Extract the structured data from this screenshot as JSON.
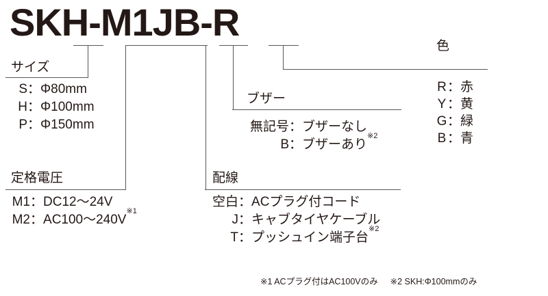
{
  "model_number": "SKH-M1JB-R",
  "sections": {
    "size": {
      "heading": "サイズ",
      "options": [
        {
          "key": "S",
          "sep": "：",
          "value": "Φ80mm"
        },
        {
          "key": "H",
          "sep": "：",
          "value": "Φ100mm"
        },
        {
          "key": "P",
          "sep": "：",
          "value": "Φ150mm"
        }
      ]
    },
    "voltage": {
      "heading": "定格電圧",
      "options": [
        {
          "key": "M1",
          "sep": "：",
          "value": "DC12～24V",
          "note": ""
        },
        {
          "key": "M2",
          "sep": "：",
          "value": "AC100～240V",
          "note": "※1"
        }
      ]
    },
    "wiring": {
      "heading": "配線",
      "options": [
        {
          "key": "空白",
          "sep": "：",
          "value": "ACプラグ付コード",
          "note": ""
        },
        {
          "key": "J",
          "sep": "：",
          "value": "キャブタイヤケーブル",
          "note": ""
        },
        {
          "key": "T",
          "sep": "：",
          "value": "プッシュイン端子台",
          "note": "※2"
        }
      ]
    },
    "buzzer": {
      "heading": "ブザー",
      "options": [
        {
          "key": "無記号",
          "sep": "：",
          "value": "ブザーなし",
          "note": ""
        },
        {
          "key": "B",
          "sep": "：",
          "value": "ブザーあり",
          "note": "※2"
        }
      ]
    },
    "color": {
      "heading": "色",
      "options": [
        {
          "key": "R",
          "sep": "：",
          "value": "赤"
        },
        {
          "key": "Y",
          "sep": "：",
          "value": "黄"
        },
        {
          "key": "G",
          "sep": "：",
          "value": "緑"
        },
        {
          "key": "B",
          "sep": "：",
          "value": "青"
        }
      ]
    }
  },
  "footnotes": [
    "※1 ACプラグ付はAC100Vのみ",
    "※2 SKH:Φ100mmのみ"
  ],
  "colors": {
    "text": "#231815",
    "rule": "#5b5551",
    "background": "#ffffff"
  }
}
